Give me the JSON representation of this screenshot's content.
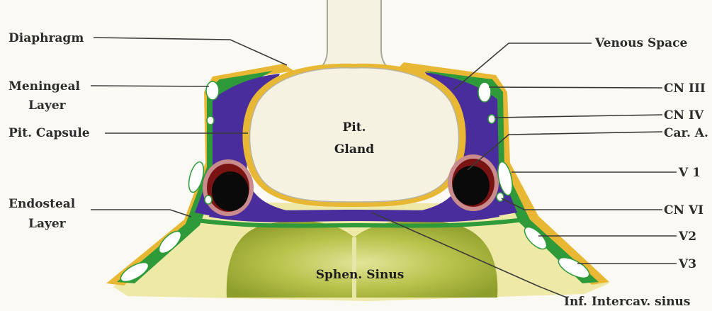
{
  "labels": {
    "diaphragm": "Diaphragm",
    "meningeal_line1": "Meningeal",
    "meningeal_line2": "Layer",
    "pit_capsule": "Pit. Capsule",
    "endosteal_line1": "Endosteal",
    "endosteal_line2": "Layer",
    "venous_space": "Venous Space",
    "cn3": "CN III",
    "cn4": "CN IV",
    "car_a": "Car. A.",
    "v1": "V 1",
    "cn6": "CN VI",
    "v2": "V2",
    "v3": "V3",
    "inf_intercav": "Inf. Intercav. sinus",
    "pit_gland_line1": "Pit.",
    "pit_gland_line2": "Gland",
    "sphen_sinus": "Sphen. Sinus"
  },
  "colors": {
    "background": "#fbf9f3",
    "venous_space": "#4a2d9c",
    "meningeal_green": "#2f9a3a",
    "capsule_yellow": "#e8b834",
    "gland_fill": "#f6f2e2",
    "bone_yellow": "#efe9a8",
    "sinus_green": "#a9b83c",
    "carotid_wall": "#c98b8b",
    "carotid_lumen": "#0a0a0a"
  }
}
